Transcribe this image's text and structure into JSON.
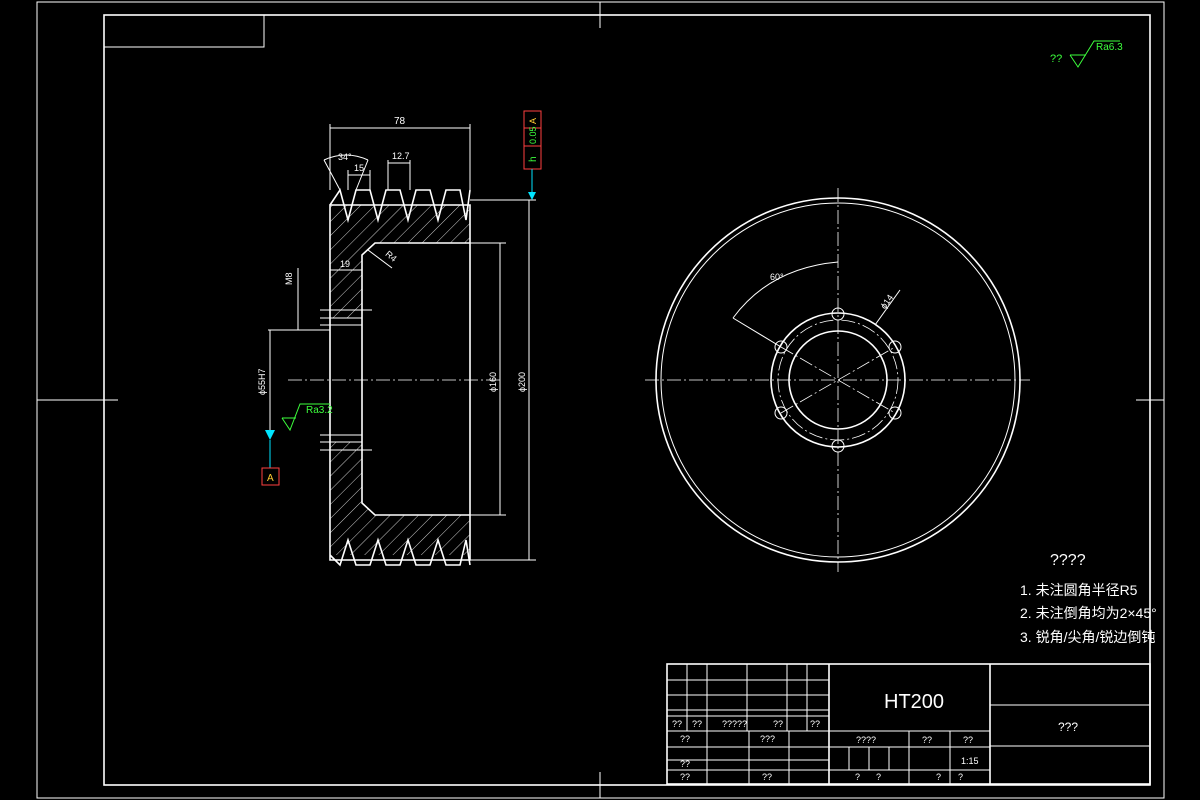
{
  "drawing": {
    "section_view": {
      "dim_overall_width": "78",
      "dim_groove_angle": "34°",
      "dim_groove_width": "15",
      "dim_groove_pitch": "12.7",
      "dim_rim_thickness": "19",
      "dim_fillet": "R4",
      "dim_thread": "M8",
      "dim_bore": "ϕ55H7",
      "dim_inner_diameter": "ϕ160",
      "dim_outer_diameter": "ϕ200",
      "roughness_bore": "Ra3.2",
      "datum_label": "A",
      "tolerance_symbol": "h",
      "tolerance_value": "0.05",
      "tolerance_datum": "A"
    },
    "front_view": {
      "dim_angle": "60°",
      "dim_hole": "ϕ14"
    },
    "general_roughness": {
      "prefix": "??",
      "value": "Ra6.3"
    },
    "notes": {
      "title": "????",
      "items": [
        "1. 未注圆角半径R5",
        "2. 未注倒角均为2×45°",
        "3. 锐角/尖角/锐边倒钝"
      ]
    },
    "title_block": {
      "material": "HT200",
      "company": "???",
      "header_cells": [
        "??",
        "??",
        "?????",
        "??",
        "??"
      ],
      "left_cells": [
        "??",
        "???",
        "??",
        "??",
        "??"
      ],
      "mid_header": [
        "????",
        "??",
        "??"
      ],
      "scale": "1:15",
      "bottom_cells": [
        "?",
        "?",
        "?",
        "?"
      ]
    }
  }
}
